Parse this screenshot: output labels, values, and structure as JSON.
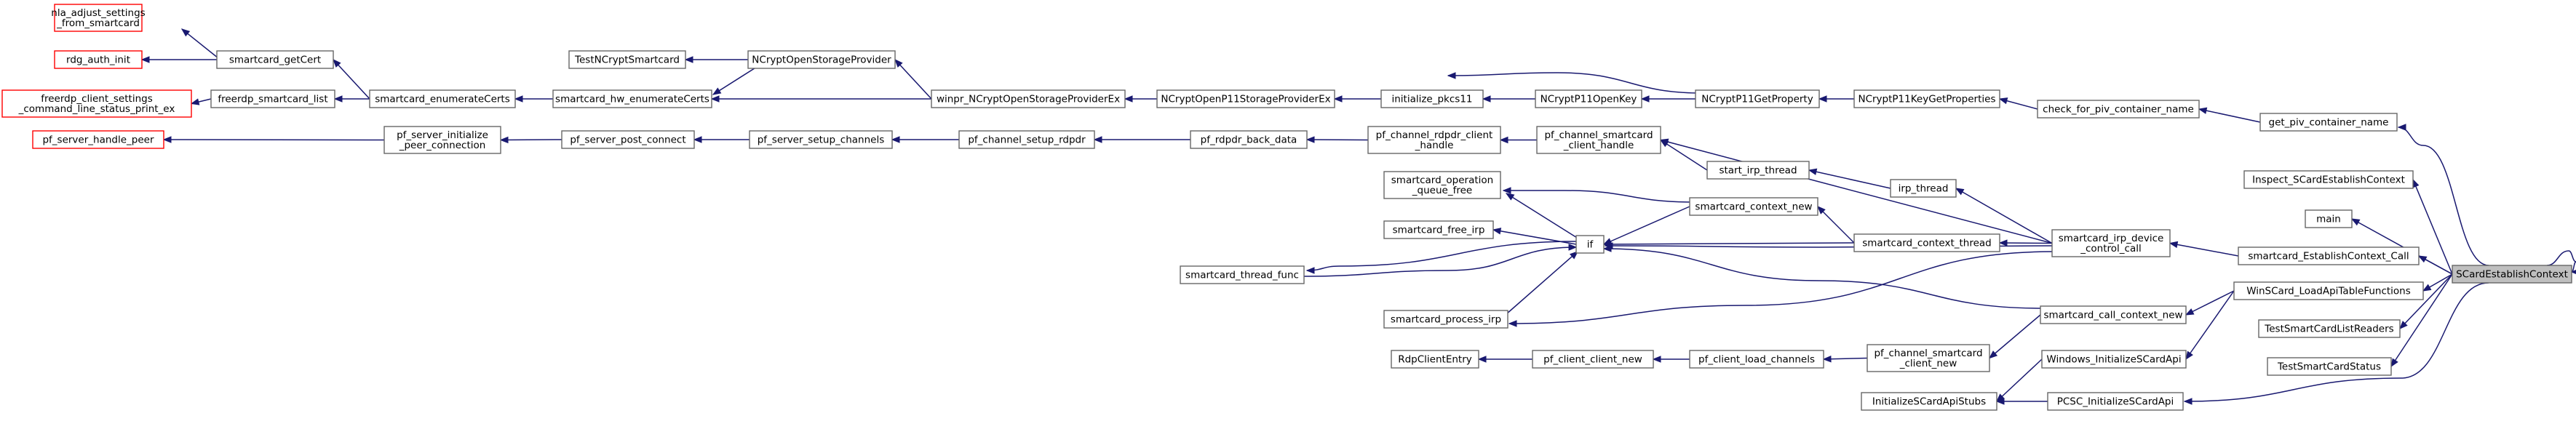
{
  "nodes": [
    {
      "id": "nla_adjust",
      "lines": [
        "nla_adjust_settings",
        "_from_smartcard"
      ],
      "style": "red"
    },
    {
      "id": "rdg_auth_init",
      "lines": [
        "rdg_auth_init"
      ],
      "style": "red"
    },
    {
      "id": "freerdp_cl_settings",
      "lines": [
        "freerdp_client_settings",
        "_command_line_status_print_ex"
      ],
      "style": "red"
    },
    {
      "id": "pf_server_handle_peer",
      "lines": [
        "pf_server_handle_peer"
      ],
      "style": "red"
    },
    {
      "id": "smartcard_getCert",
      "lines": [
        "smartcard_getCert"
      ],
      "style": "normal"
    },
    {
      "id": "freerdp_smartcard_list",
      "lines": [
        "freerdp_smartcard_list"
      ],
      "style": "normal"
    },
    {
      "id": "pf_server_initialize_peer",
      "lines": [
        "pf_server_initialize",
        "_peer_connection"
      ],
      "style": "normal"
    },
    {
      "id": "smartcard_enumerateCerts",
      "lines": [
        "smartcard_enumerateCerts"
      ],
      "style": "normal"
    },
    {
      "id": "TestNCryptSmartcard",
      "lines": [
        "TestNCryptSmartcard"
      ],
      "style": "normal"
    },
    {
      "id": "smartcard_hw_enumerateCerts",
      "lines": [
        "smartcard_hw_enumerateCerts"
      ],
      "style": "normal"
    },
    {
      "id": "pf_server_post_connect",
      "lines": [
        "pf_server_post_connect"
      ],
      "style": "normal"
    },
    {
      "id": "NCryptOpenStorageProvider",
      "lines": [
        "NCryptOpenStorageProvider"
      ],
      "style": "normal"
    },
    {
      "id": "pf_server_setup_channels",
      "lines": [
        "pf_server_setup_channels"
      ],
      "style": "normal"
    },
    {
      "id": "winpr_NCryptOpenStorageProviderEx",
      "lines": [
        "winpr_NCryptOpenStorageProviderEx"
      ],
      "style": "normal"
    },
    {
      "id": "pf_channel_setup_rdpdr",
      "lines": [
        "pf_channel_setup_rdpdr"
      ],
      "style": "normal"
    },
    {
      "id": "NCryptOpenP11StorageProviderEx",
      "lines": [
        "NCryptOpenP11StorageProviderEx"
      ],
      "style": "normal"
    },
    {
      "id": "pf_rdpdr_back_data",
      "lines": [
        "pf_rdpdr_back_data"
      ],
      "style": "normal"
    },
    {
      "id": "initialize_pkcs11",
      "lines": [
        "initialize_pkcs11"
      ],
      "style": "normal"
    },
    {
      "id": "pf_channel_rdpdr_client_handle",
      "lines": [
        "pf_channel_rdpdr_client",
        "_handle"
      ],
      "style": "normal"
    },
    {
      "id": "smartcard_operation_queue_free",
      "lines": [
        "smartcard_operation",
        "_queue_free"
      ],
      "style": "normal"
    },
    {
      "id": "smartcard_free_irp",
      "lines": [
        "smartcard_free_irp"
      ],
      "style": "normal"
    },
    {
      "id": "smartcard_thread_func",
      "lines": [
        "smartcard_thread_func"
      ],
      "style": "normal"
    },
    {
      "id": "smartcard_process_irp",
      "lines": [
        "smartcard_process_irp"
      ],
      "style": "normal"
    },
    {
      "id": "RdpClientEntry",
      "lines": [
        "RdpClientEntry"
      ],
      "style": "normal"
    },
    {
      "id": "NCryptP11OpenKey",
      "lines": [
        "NCryptP11OpenKey"
      ],
      "style": "normal"
    },
    {
      "id": "pf_channel_smartcard_client_handle",
      "lines": [
        "pf_channel_smartcard",
        "_client_handle"
      ],
      "style": "normal"
    },
    {
      "id": "if",
      "lines": [
        "if"
      ],
      "style": "normal"
    },
    {
      "id": "pf_client_client_new",
      "lines": [
        "pf_client_client_new"
      ],
      "style": "normal"
    },
    {
      "id": "NCryptP11GetProperty",
      "lines": [
        "NCryptP11GetProperty"
      ],
      "style": "normal"
    },
    {
      "id": "start_irp_thread",
      "lines": [
        "start_irp_thread"
      ],
      "style": "normal"
    },
    {
      "id": "smartcard_context_new",
      "lines": [
        "smartcard_context_new"
      ],
      "style": "normal"
    },
    {
      "id": "pf_client_load_channels",
      "lines": [
        "pf_client_load_channels"
      ],
      "style": "normal"
    },
    {
      "id": "NCryptP11KeyGetProperties",
      "lines": [
        "NCryptP11KeyGetProperties"
      ],
      "style": "normal"
    },
    {
      "id": "irp_thread",
      "lines": [
        "irp_thread"
      ],
      "style": "normal"
    },
    {
      "id": "smartcard_context_thread",
      "lines": [
        "smartcard_context_thread"
      ],
      "style": "normal"
    },
    {
      "id": "pf_channel_smartcard_client_new",
      "lines": [
        "pf_channel_smartcard",
        "_client_new"
      ],
      "style": "normal"
    },
    {
      "id": "InitializeSCardApiStubs",
      "lines": [
        "InitializeSCardApiStubs"
      ],
      "style": "normal"
    },
    {
      "id": "check_for_piv_container_name",
      "lines": [
        "check_for_piv_container_name"
      ],
      "style": "normal"
    },
    {
      "id": "smartcard_irp_device_control_call",
      "lines": [
        "smartcard_irp_device",
        "_control_call"
      ],
      "style": "normal"
    },
    {
      "id": "smartcard_call_context_new",
      "lines": [
        "smartcard_call_context_new"
      ],
      "style": "normal"
    },
    {
      "id": "Windows_InitializeSCardApi",
      "lines": [
        "Windows_InitializeSCardApi"
      ],
      "style": "normal"
    },
    {
      "id": "PCSC_InitializeSCardApi",
      "lines": [
        "PCSC_InitializeSCardApi"
      ],
      "style": "normal"
    },
    {
      "id": "get_piv_container_name",
      "lines": [
        "get_piv_container_name"
      ],
      "style": "normal"
    },
    {
      "id": "Inspect_SCardEstablishContext",
      "lines": [
        "Inspect_SCardEstablishContext"
      ],
      "style": "normal"
    },
    {
      "id": "main",
      "lines": [
        "main"
      ],
      "style": "normal"
    },
    {
      "id": "smartcard_EstablishContext_Call",
      "lines": [
        "smartcard_EstablishContext_Call"
      ],
      "style": "normal"
    },
    {
      "id": "WinSCard_LoadApiTableFunctions",
      "lines": [
        "WinSCard_LoadApiTableFunctions"
      ],
      "style": "normal"
    },
    {
      "id": "TestSmartCardListReaders",
      "lines": [
        "TestSmartCardListReaders"
      ],
      "style": "normal"
    },
    {
      "id": "TestSmartCardStatus",
      "lines": [
        "TestSmartCardStatus"
      ],
      "style": "normal"
    },
    {
      "id": "SCardEstablishContext",
      "lines": [
        "SCardEstablishContext"
      ],
      "style": "root"
    }
  ],
  "edges": [
    {
      "from": "smartcard_getCert",
      "to": "nla_adjust"
    },
    {
      "from": "smartcard_getCert",
      "to": "rdg_auth_init"
    },
    {
      "from": "freerdp_smartcard_list",
      "to": "freerdp_cl_settings"
    },
    {
      "from": "pf_server_initialize_peer",
      "to": "pf_server_handle_peer"
    },
    {
      "from": "smartcard_enumerateCerts",
      "to": "smartcard_getCert"
    },
    {
      "from": "smartcard_enumerateCerts",
      "to": "freerdp_smartcard_list"
    },
    {
      "from": "smartcard_hw_enumerateCerts",
      "to": "smartcard_enumerateCerts"
    },
    {
      "from": "pf_server_post_connect",
      "to": "pf_server_initialize_peer"
    },
    {
      "from": "NCryptOpenStorageProvider",
      "to": "TestNCryptSmartcard"
    },
    {
      "from": "NCryptOpenStorageProvider",
      "to": "smartcard_hw_enumerateCerts"
    },
    {
      "from": "pf_server_setup_channels",
      "to": "pf_server_post_connect"
    },
    {
      "from": "winpr_NCryptOpenStorageProviderEx",
      "to": "NCryptOpenStorageProvider"
    },
    {
      "from": "winpr_NCryptOpenStorageProviderEx",
      "to": "smartcard_hw_enumerateCerts"
    },
    {
      "from": "pf_channel_setup_rdpdr",
      "to": "pf_server_setup_channels"
    },
    {
      "from": "NCryptOpenP11StorageProviderEx",
      "to": "winpr_NCryptOpenStorageProviderEx"
    },
    {
      "from": "pf_rdpdr_back_data",
      "to": "pf_channel_setup_rdpdr"
    },
    {
      "from": "initialize_pkcs11",
      "to": "NCryptOpenP11StorageProviderEx"
    },
    {
      "from": "pf_channel_rdpdr_client_handle",
      "to": "pf_rdpdr_back_data"
    },
    {
      "from": "NCryptP11OpenKey",
      "to": "initialize_pkcs11"
    },
    {
      "from": "pf_channel_smartcard_client_handle",
      "to": "pf_channel_rdpdr_client_handle"
    },
    {
      "from": "if",
      "to": "smartcard_operation_queue_free"
    },
    {
      "from": "if",
      "to": "smartcard_free_irp"
    },
    {
      "from": "if",
      "to": "smartcard_thread_func"
    },
    {
      "from": "smartcard_thread_func",
      "to": "if"
    },
    {
      "from": "smartcard_process_irp",
      "to": "if"
    },
    {
      "from": "pf_client_client_new",
      "to": "RdpClientEntry"
    },
    {
      "from": "NCryptP11GetProperty",
      "to": "initialize_pkcs11"
    },
    {
      "from": "NCryptP11GetProperty",
      "to": "NCryptP11OpenKey"
    },
    {
      "from": "start_irp_thread",
      "to": "pf_channel_smartcard_client_handle"
    },
    {
      "from": "smartcard_context_new",
      "to": "smartcard_operation_queue_free"
    },
    {
      "from": "smartcard_context_new",
      "to": "if"
    },
    {
      "from": "pf_client_load_channels",
      "to": "pf_client_client_new"
    },
    {
      "from": "NCryptP11KeyGetProperties",
      "to": "NCryptP11GetProperty"
    },
    {
      "from": "irp_thread",
      "to": "start_irp_thread"
    },
    {
      "from": "smartcard_context_thread",
      "to": "smartcard_context_new"
    },
    {
      "from": "smartcard_context_thread",
      "to": "if"
    },
    {
      "from": "pf_channel_smartcard_client_new",
      "to": "pf_client_load_channels"
    },
    {
      "from": "check_for_piv_container_name",
      "to": "NCryptP11KeyGetProperties"
    },
    {
      "from": "smartcard_irp_device_control_call",
      "to": "pf_channel_smartcard_client_handle"
    },
    {
      "from": "smartcard_irp_device_control_call",
      "to": "irp_thread"
    },
    {
      "from": "smartcard_irp_device_control_call",
      "to": "smartcard_context_thread"
    },
    {
      "from": "smartcard_irp_device_control_call",
      "to": "if"
    },
    {
      "from": "smartcard_irp_device_control_call",
      "to": "smartcard_process_irp"
    },
    {
      "from": "smartcard_call_context_new",
      "to": "if"
    },
    {
      "from": "smartcard_call_context_new",
      "to": "pf_channel_smartcard_client_new"
    },
    {
      "from": "Windows_InitializeSCardApi",
      "to": "InitializeSCardApiStubs"
    },
    {
      "from": "PCSC_InitializeSCardApi",
      "to": "InitializeSCardApiStubs"
    },
    {
      "from": "get_piv_container_name",
      "to": "check_for_piv_container_name"
    },
    {
      "from": "smartcard_EstablishContext_Call",
      "to": "smartcard_irp_device_control_call"
    },
    {
      "from": "WinSCard_LoadApiTableFunctions",
      "to": "smartcard_call_context_new"
    },
    {
      "from": "WinSCard_LoadApiTableFunctions",
      "to": "Windows_InitializeSCardApi"
    },
    {
      "from": "SCardEstablishContext",
      "to": "get_piv_container_name"
    },
    {
      "from": "SCardEstablishContext",
      "to": "Inspect_SCardEstablishContext"
    },
    {
      "from": "SCardEstablishContext",
      "to": "main"
    },
    {
      "from": "SCardEstablishContext",
      "to": "smartcard_EstablishContext_Call"
    },
    {
      "from": "SCardEstablishContext",
      "to": "WinSCard_LoadApiTableFunctions"
    },
    {
      "from": "SCardEstablishContext",
      "to": "TestSmartCardListReaders"
    },
    {
      "from": "SCardEstablishContext",
      "to": "TestSmartCardStatus"
    },
    {
      "from": "SCardEstablishContext",
      "to": "PCSC_InitializeSCardApi"
    },
    {
      "from": "SCardEstablishContext",
      "to": "SCardEstablishContext"
    }
  ],
  "colors": {
    "edge": "#191970",
    "node_border": "#666666",
    "caller_border": "#ff0000",
    "root_fill": "#bfbfbf"
  }
}
